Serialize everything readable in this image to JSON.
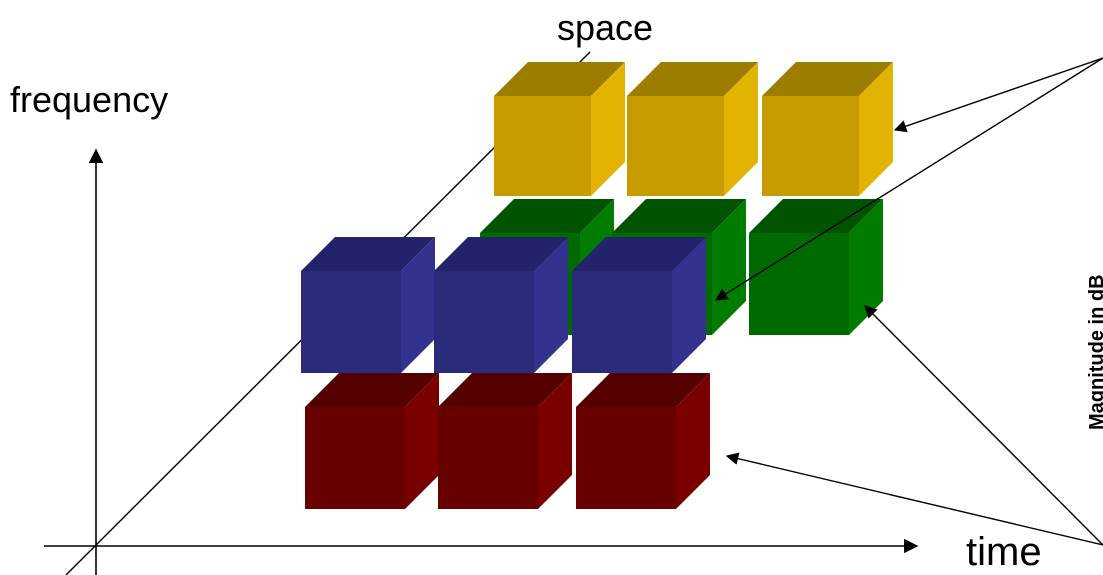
{
  "labels": {
    "frequency": "frequency",
    "space": "space",
    "time": "time",
    "side_text": "Magnitude in dB"
  },
  "cube_colors": {
    "yellow": {
      "front": "#c89c00",
      "top": "#9d7d00",
      "side": "#e2b300"
    },
    "green": {
      "front": "#006a00",
      "top": "#005400",
      "side": "#007c00"
    },
    "blue": {
      "front": "#2b2b7c",
      "top": "#23236b",
      "side": "#33338f"
    },
    "red": {
      "front": "#680000",
      "top": "#550000",
      "side": "#7a0000"
    }
  },
  "rows": [
    {
      "name": "yellow-row",
      "color": "yellow",
      "count": 3
    },
    {
      "name": "green-row",
      "color": "green",
      "count": 3
    },
    {
      "name": "blue-row",
      "color": "blue",
      "count": 3
    },
    {
      "name": "red-row",
      "color": "red",
      "count": 3
    }
  ]
}
